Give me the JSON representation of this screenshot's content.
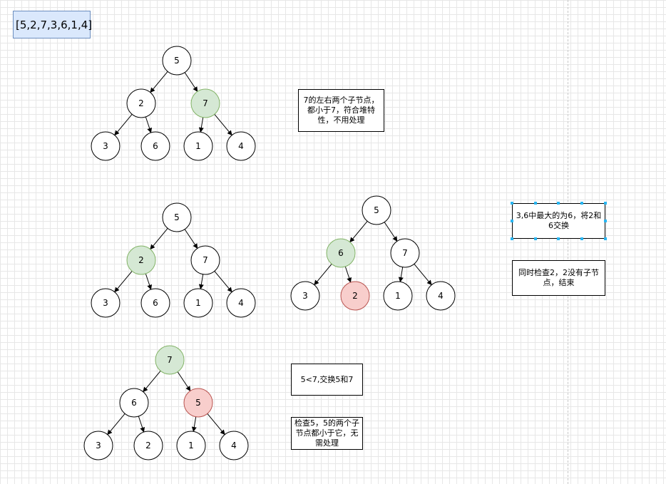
{
  "array_label": "[5,2,7,3,6,1,4]",
  "colors": {
    "default_fill": "#ffffff",
    "default_stroke": "#000000",
    "green_fill": "#d5e8d4",
    "green_stroke": "#82b366",
    "red_fill": "#f8cecc",
    "red_stroke": "#b85450",
    "array_fill": "#dae8fc",
    "array_stroke": "#6c8ebf",
    "selection_handle": "#29b6f2"
  },
  "trees": [
    {
      "id": "tree-step1",
      "nodes": [
        {
          "v": "5"
        },
        {
          "v": "2"
        },
        {
          "v": "7",
          "hl": "green"
        },
        {
          "v": "3"
        },
        {
          "v": "6"
        },
        {
          "v": "1"
        },
        {
          "v": "4"
        }
      ]
    },
    {
      "id": "tree-step2-before",
      "nodes": [
        {
          "v": "5"
        },
        {
          "v": "2",
          "hl": "green"
        },
        {
          "v": "7"
        },
        {
          "v": "3"
        },
        {
          "v": "6"
        },
        {
          "v": "1"
        },
        {
          "v": "4"
        }
      ]
    },
    {
      "id": "tree-step2-after",
      "nodes": [
        {
          "v": "5"
        },
        {
          "v": "6",
          "hl": "green"
        },
        {
          "v": "7"
        },
        {
          "v": "3"
        },
        {
          "v": "2",
          "hl": "red"
        },
        {
          "v": "1"
        },
        {
          "v": "4"
        }
      ]
    },
    {
      "id": "tree-step3",
      "nodes": [
        {
          "v": "7",
          "hl": "green"
        },
        {
          "v": "6"
        },
        {
          "v": "5",
          "hl": "red"
        },
        {
          "v": "3"
        },
        {
          "v": "2"
        },
        {
          "v": "1"
        },
        {
          "v": "4"
        }
      ]
    }
  ],
  "notes": {
    "note1": "7的左右两个子节点，都小于7，符合堆特性，不用处理",
    "note2": "3,6中最大的为6，将2和6交换",
    "note3": "同时检查2，2没有子节点，结束",
    "note4": "5<7,交换5和7",
    "note5": "检查5，5的两个子节点都小于它，无需处理"
  }
}
